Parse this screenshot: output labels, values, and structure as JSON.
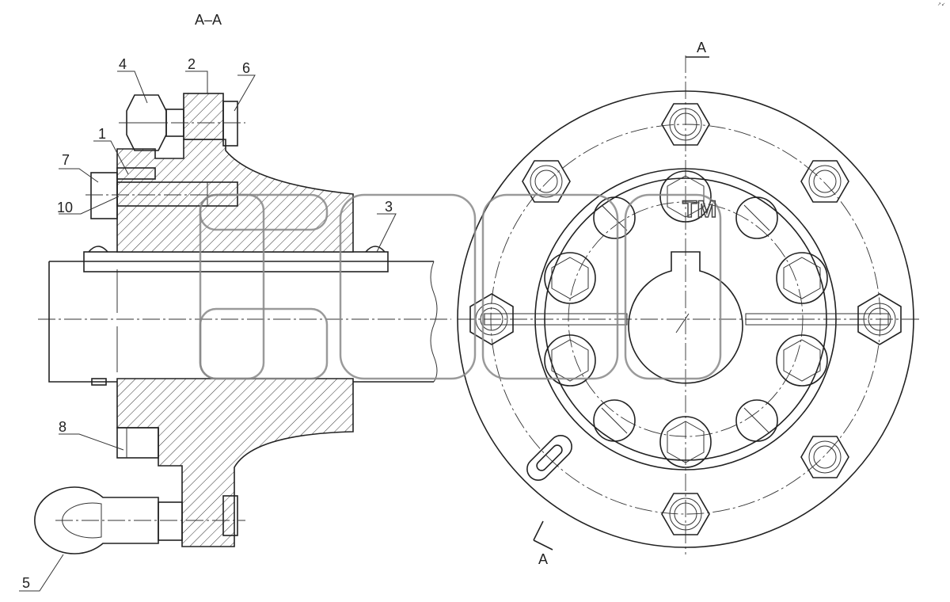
{
  "section_title": "А–А",
  "section_mark": "А",
  "trademark": "ТМ",
  "corner_tag": "↗↙",
  "callouts": {
    "c1": "1",
    "c2": "2",
    "c3": "3",
    "c4": "4",
    "c5": "5",
    "c6": "6",
    "c7": "7",
    "c8": "8",
    "c10": "10"
  }
}
